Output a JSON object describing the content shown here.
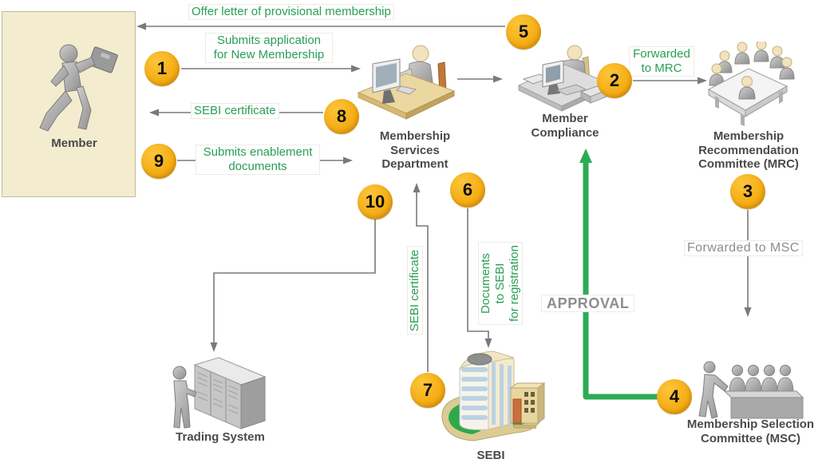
{
  "diagram": {
    "colors": {
      "green_text": "#2A9E54",
      "green_arrow": "#2BAC54",
      "step_badge_fill": "#F5AF17",
      "connector_gray": "#7A7A7A",
      "muted_gray_text": "#8D8D8D",
      "node_label_text": "#4A4A4A",
      "member_box_fill": "#F3ECCE"
    },
    "nodes": {
      "member": {
        "label": "Member"
      },
      "membership_services": {
        "label": "Membership\nServices\nDepartment"
      },
      "member_compliance": {
        "label": "Member\nCompliance"
      },
      "mrc": {
        "label": "Membership\nRecommendation\nCommittee (MRC)"
      },
      "msc": {
        "label": "Membership Selection\nCommittee (MSC)"
      },
      "sebi": {
        "label": "SEBI"
      },
      "trading_system": {
        "label": "Trading System"
      }
    },
    "flow_labels": {
      "offer_letter": "Offer letter of provisional membership",
      "submits_application": "Submits application\nfor New Membership",
      "forwarded_to_mrc": "Forwarded\nto MRC",
      "sebi_certificate_to_member": "SEBI certificate",
      "submits_enablement": "Submits enablement\ndocuments",
      "forwarded_to_msc": "Forwarded to MSC",
      "approval": "APPROVAL",
      "sebi_certificate_from_sebi": "SEBI certificate",
      "documents_to_sebi": "Documents\nto SEBI\nfor registration"
    },
    "steps": [
      "1",
      "2",
      "3",
      "4",
      "5",
      "6",
      "7",
      "8",
      "9",
      "10"
    ]
  }
}
